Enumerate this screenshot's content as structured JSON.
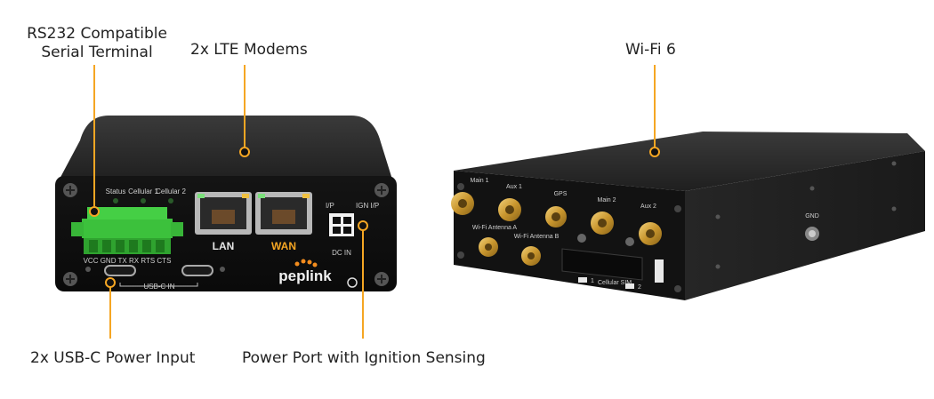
{
  "callouts": {
    "serial": "RS232 Compatible\nSerial Terminal",
    "lte": "2x LTE Modems",
    "wifi": "Wi-Fi 6",
    "usbc": "2x USB-C Power Input",
    "power": "Power Port with Ignition Sensing"
  },
  "front_panel": {
    "leds": [
      "Status",
      "Cellular 1",
      "Cellular 2"
    ],
    "ports": [
      "LAN",
      "WAN"
    ],
    "power_labels": [
      "I/P",
      "IGN I/P",
      "DC IN"
    ],
    "terminal_pins": "VCC GND TX  RX RTS CTS",
    "usbc_label": "USB-C IN",
    "brand": "peplink"
  },
  "rear_panel": {
    "antennas": [
      "Main 1",
      "Aux 1",
      "GPS",
      "Main 2",
      "Aux 2"
    ],
    "wifi_antennas": [
      "Wi-Fi Antenna A",
      "Wi-Fi Antenna B"
    ],
    "gnd": "GND",
    "sim_label": "Cellular SIM",
    "sim_slots": [
      "1",
      "2"
    ]
  },
  "colors": {
    "callout_line": "#f5a623",
    "device_body": "#1c1c1c",
    "terminal_green": "#3cc13c",
    "wan_orange": "#f5a623",
    "brand_orange": "#f28c1e"
  }
}
